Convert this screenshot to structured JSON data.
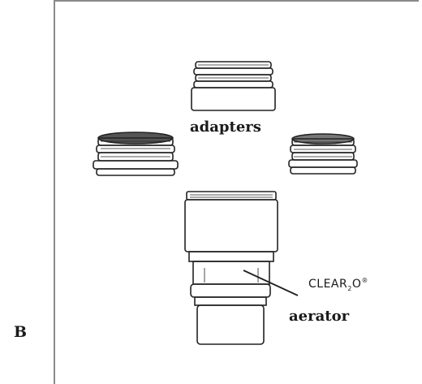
{
  "panel": {
    "letter": "B",
    "labels": {
      "adapters": "adapters",
      "aerator": "aerator",
      "brand_main": "CLEAR",
      "brand_sub": "2",
      "brand_tail": "O",
      "brand_mark": "®"
    }
  }
}
